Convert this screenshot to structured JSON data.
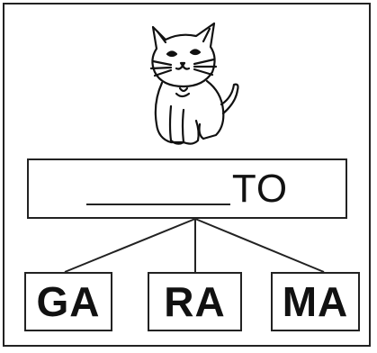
{
  "worksheet": {
    "image": {
      "subject": "cat-illustration"
    },
    "word": {
      "blank": "______",
      "suffix": "TO"
    },
    "options": [
      {
        "label": "GA"
      },
      {
        "label": "RA"
      },
      {
        "label": "MA"
      }
    ]
  },
  "colors": {
    "line": "#222222",
    "text": "#111111",
    "background": "#ffffff"
  }
}
